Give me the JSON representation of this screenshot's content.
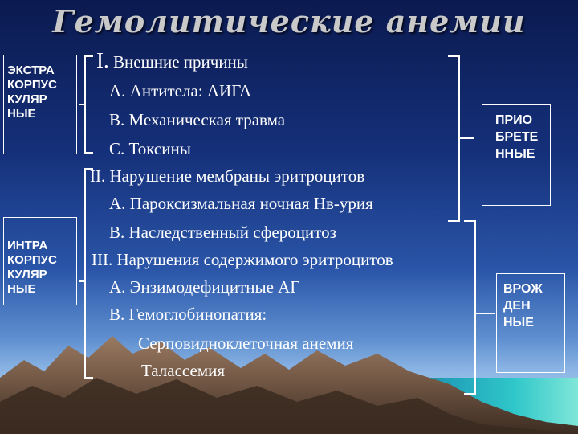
{
  "title": "Гемолитические анемии",
  "left_boxes": {
    "extra": "ЭКСТРА\nКОРПУС\nКУЛЯР\nНЫЕ",
    "intra": "ИНТРА\nКОРПУС\nКУЛЯР\nНЫЕ"
  },
  "right_boxes": {
    "acquired": "ПРИО\nБРЕТЕ\nННЫЕ",
    "congenital": "ВРОЖ\nДЕН\nНЫЕ"
  },
  "items": {
    "i_roman": "I.",
    "i_text": "Внешние причины",
    "i_a": "А. Антитела: АИГА",
    "i_b": "В. Механическая травма",
    "i_c": "С. Токсины",
    "ii": "II. Нарушение мембраны эритроцитов",
    "ii_a": "А. Пароксизмальная ночная Нв-урия",
    "ii_b": "В. Наследственный сфероцитоз",
    "iii": "III. Нарушения содержимого эритроцитов",
    "iii_a": "А. Энзимодефицитные АГ",
    "iii_b": "В. Гемоглобинопатия:",
    "iii_b1": "Серповидноклеточная анемия",
    "iii_b2": "Талассемия"
  },
  "colors": {
    "text": "#ffffff",
    "title": "#c9c9c9",
    "sky_top": "#0b1a4f",
    "mountains": "#6e5442",
    "sea": "#2fb8c8"
  }
}
